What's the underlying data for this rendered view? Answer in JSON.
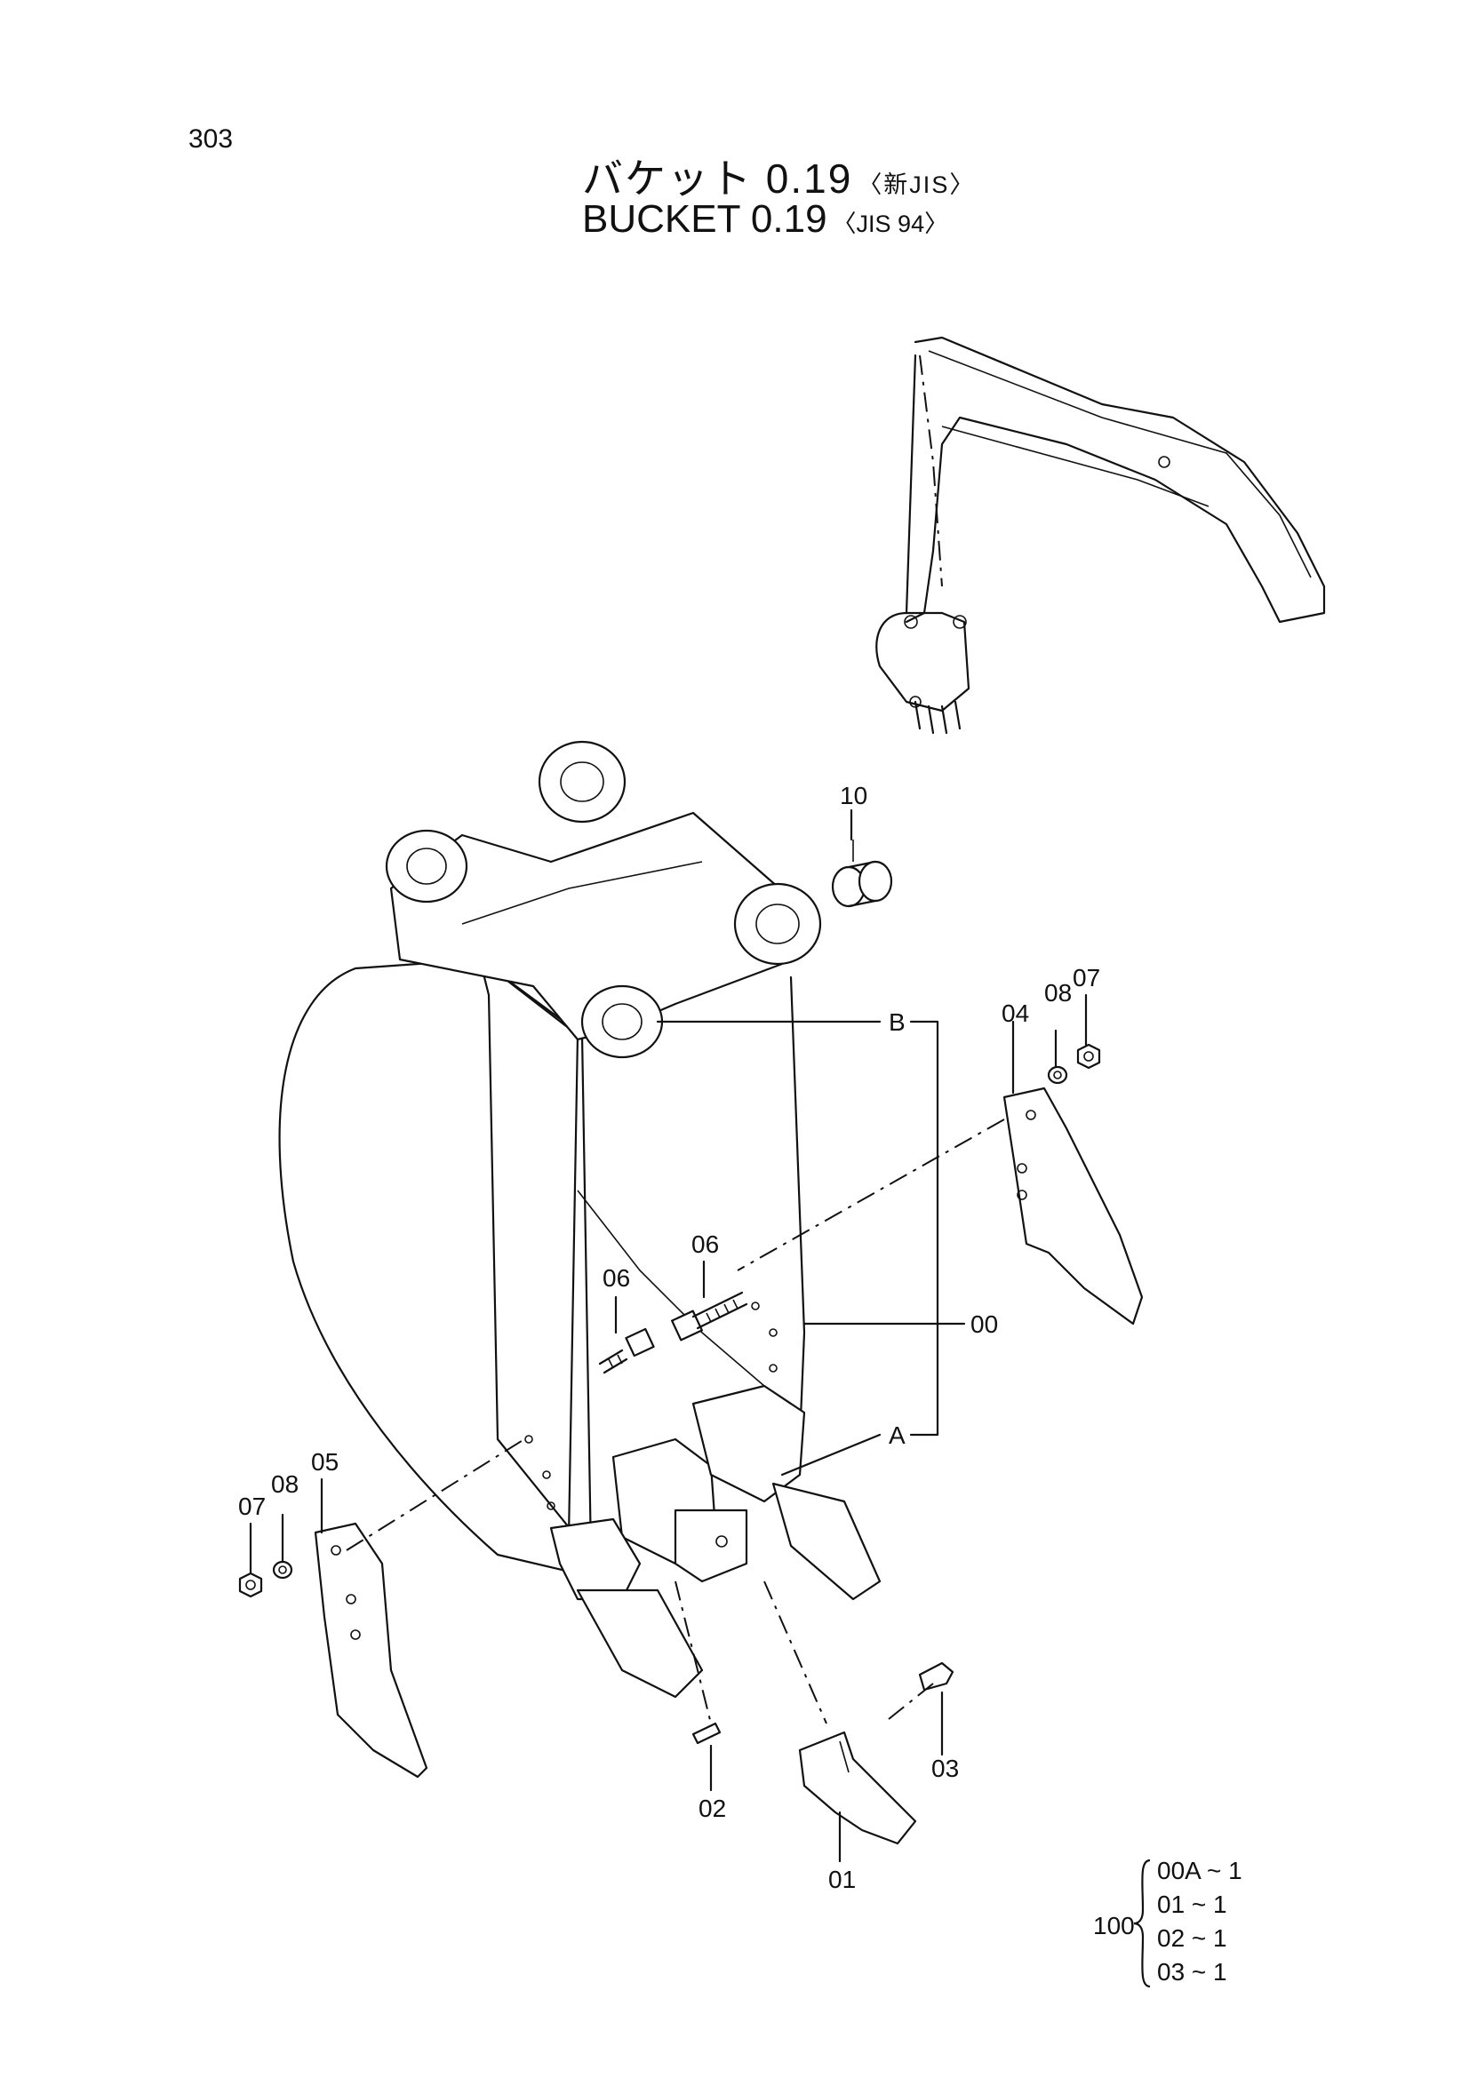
{
  "page_number": "303",
  "title": {
    "japanese": "バケット 0.19",
    "japanese_note": "〈新JIS〉",
    "english": "BUCKET  0.19",
    "english_note": "〈JIS 94〉"
  },
  "callouts": {
    "c00": "00",
    "c01": "01",
    "c02": "02",
    "c03": "03",
    "c04": "04",
    "c05": "05",
    "c06a": "06",
    "c06b": "06",
    "c07a": "07",
    "c07b": "07",
    "c08a": "08",
    "c08b": "08",
    "c10": "10",
    "cA": "A",
    "cB": "B"
  },
  "kit": {
    "prefix": "100",
    "rows": [
      "00A ~ 1",
      "01  ~ 1",
      "02  ~ 1",
      "03  ~ 1"
    ]
  }
}
